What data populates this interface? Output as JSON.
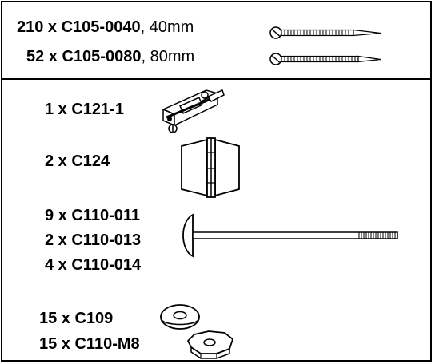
{
  "screws": [
    {
      "code": "210 x C105-0040",
      "size": ", 40mm"
    },
    {
      "code": "52 x C105-0080",
      "size": ", 80mm"
    }
  ],
  "parts": {
    "bolt_latch": "1 x C121-1",
    "hinge": "2 x C124",
    "carriage_bolts": [
      "9 x C110-011",
      "2 x C110-013",
      "4 x C110-014"
    ],
    "washer": "15 x C109",
    "nut": "15 x C110-M8"
  }
}
